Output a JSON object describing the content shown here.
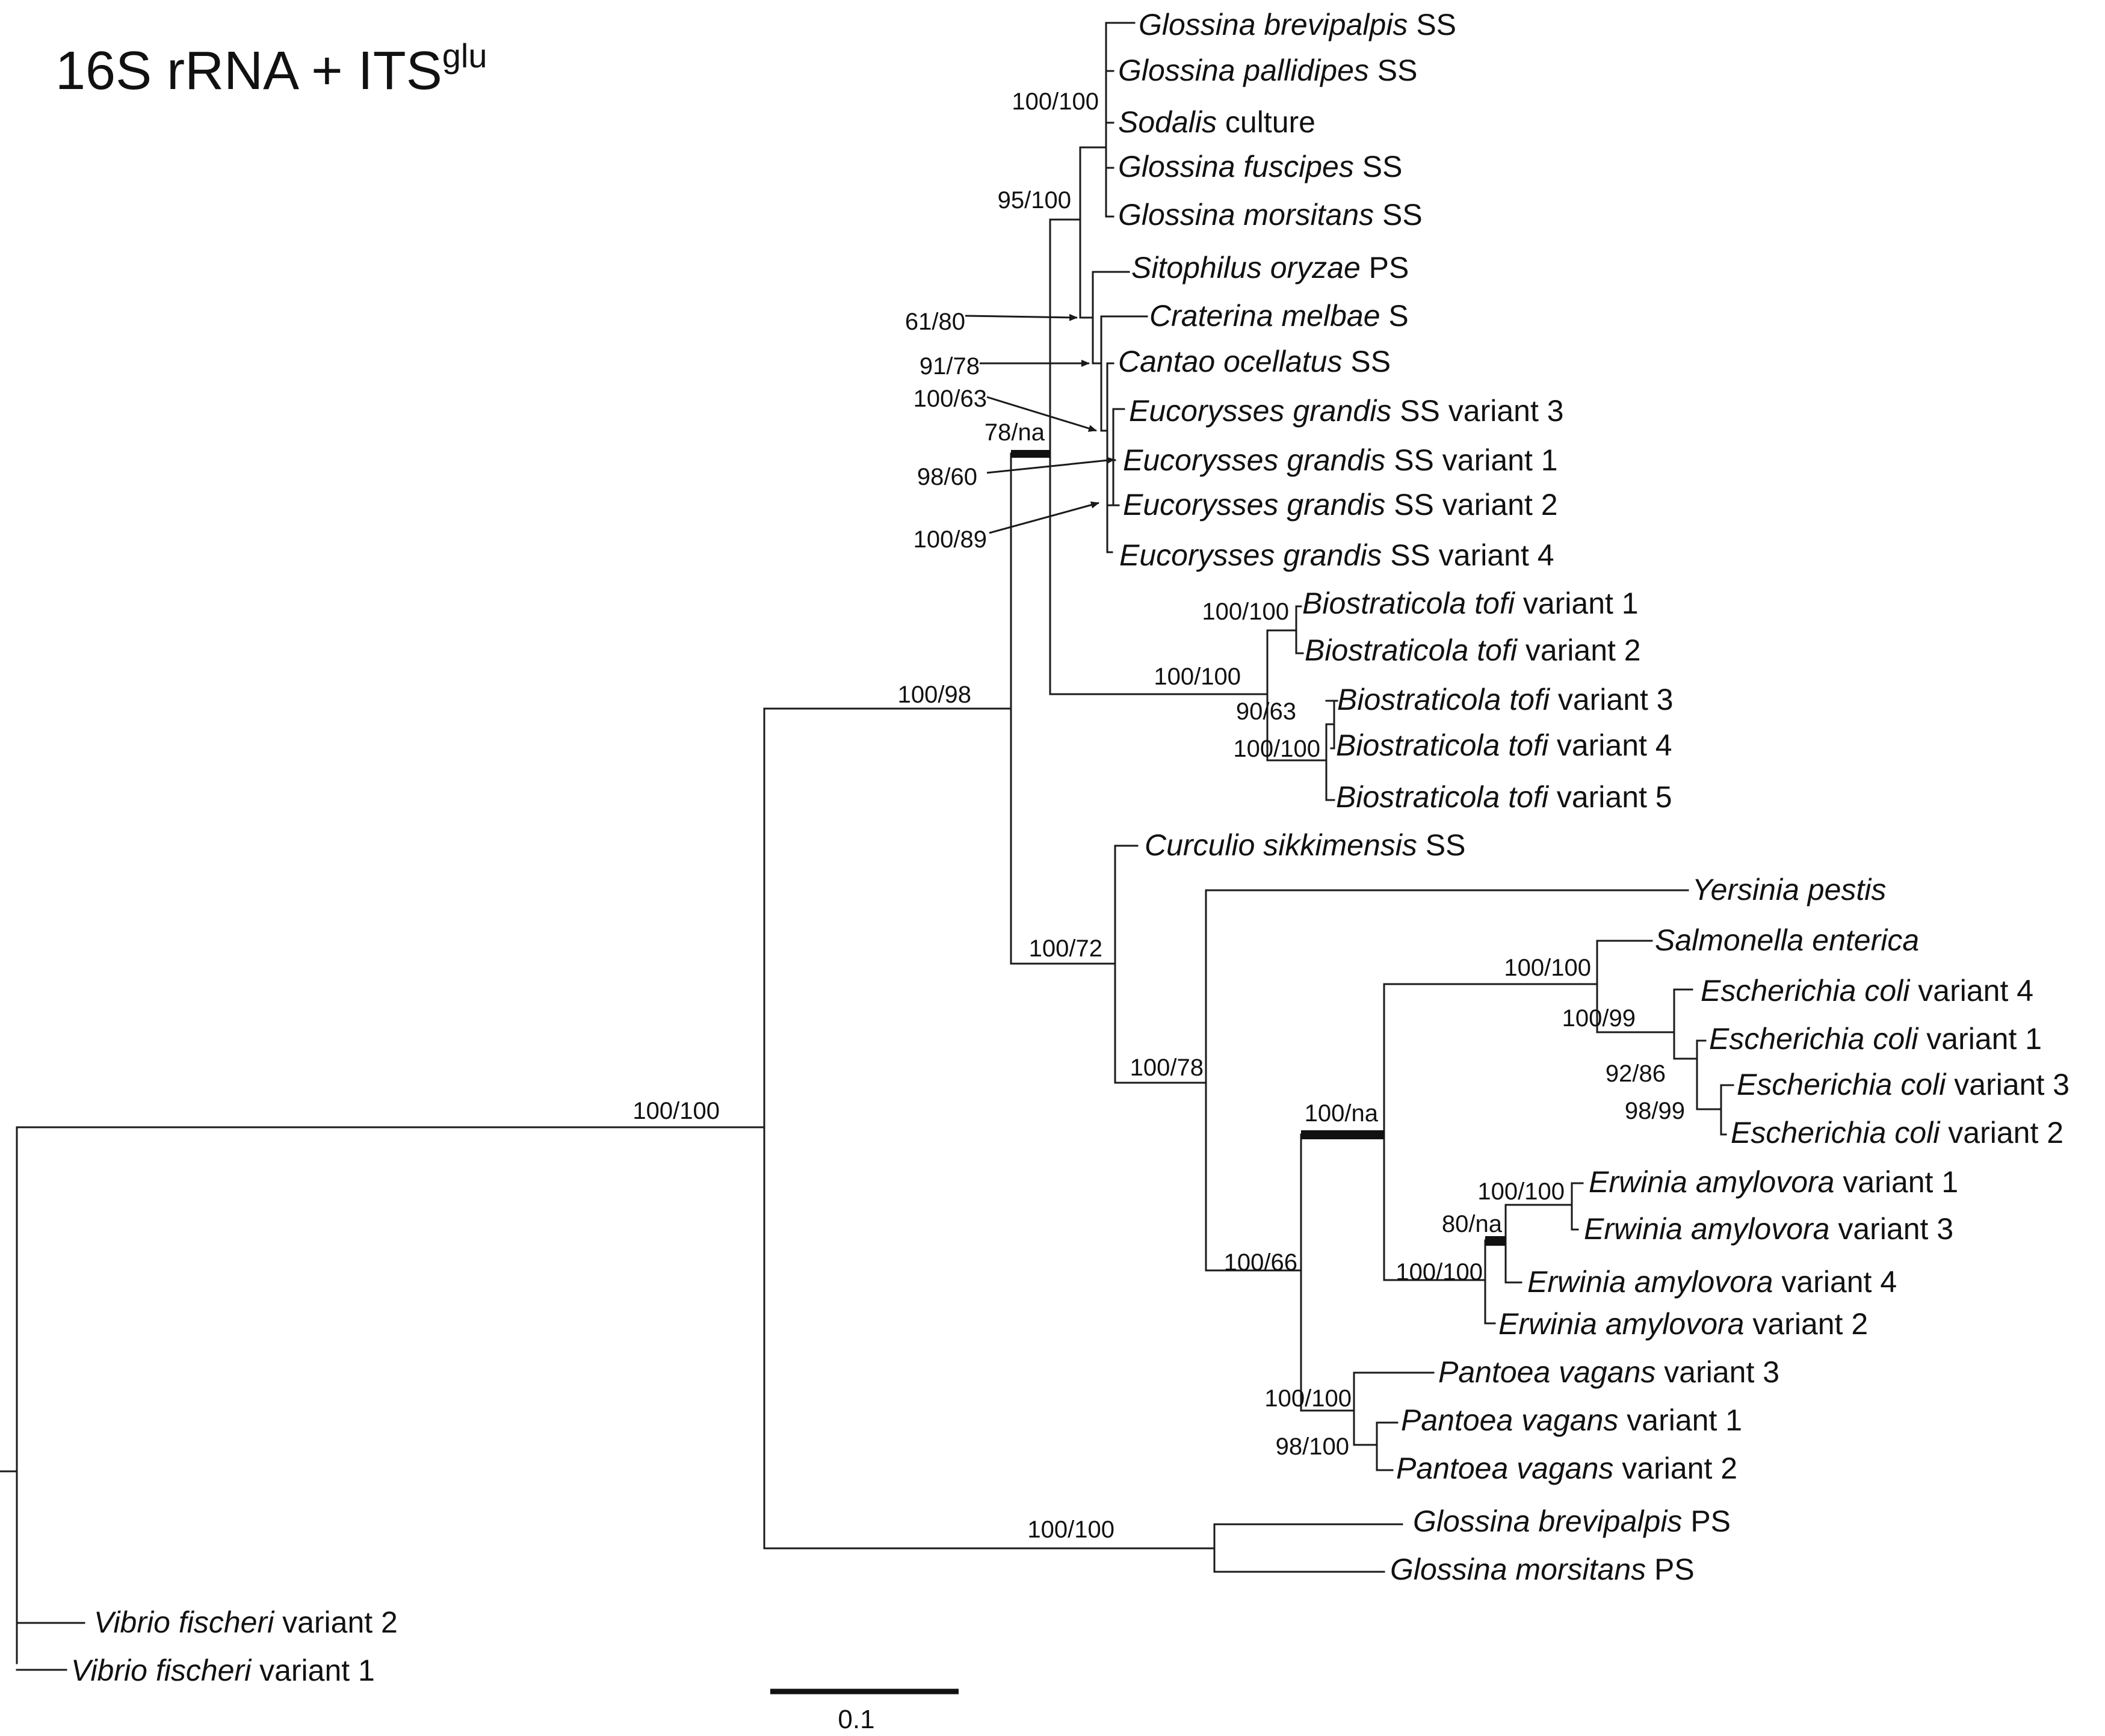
{
  "title": {
    "main": "16S rRNA + ITS",
    "superscript": "glu"
  },
  "scale_bar": {
    "label": "0.1"
  },
  "taxa": [
    {
      "genus_species": "Glossina brevipalpis",
      "suffix": "SS"
    },
    {
      "genus_species": "Glossina pallidipes",
      "suffix": "SS"
    },
    {
      "genus_species": "Sodalis",
      "suffix": "culture"
    },
    {
      "genus_species": "Glossina fuscipes",
      "suffix": "SS"
    },
    {
      "genus_species": "Glossina morsitans",
      "suffix": "SS"
    },
    {
      "genus_species": "Sitophilus oryzae",
      "suffix": "PS"
    },
    {
      "genus_species": "Craterina melbae",
      "suffix": "S"
    },
    {
      "genus_species": "Cantao ocellatus",
      "suffix": "SS"
    },
    {
      "genus_species": "Eucorysses grandis",
      "suffix": "SS variant 3"
    },
    {
      "genus_species": "Eucorysses grandis",
      "suffix": "SS variant 1"
    },
    {
      "genus_species": "Eucorysses grandis",
      "suffix": "SS variant 2"
    },
    {
      "genus_species": "Eucorysses grandis",
      "suffix": "SS variant 4"
    },
    {
      "genus_species": "Biostraticola tofi",
      "suffix": "variant 1"
    },
    {
      "genus_species": "Biostraticola tofi",
      "suffix": "variant 2"
    },
    {
      "genus_species": "Biostraticola tofi",
      "suffix": "variant 3"
    },
    {
      "genus_species": "Biostraticola tofi",
      "suffix": "variant 4"
    },
    {
      "genus_species": "Biostraticola tofi",
      "suffix": "variant 5"
    },
    {
      "genus_species": "Curculio sikkimensis",
      "suffix": "SS"
    },
    {
      "genus_species": "Yersinia pestis",
      "suffix": ""
    },
    {
      "genus_species": "Salmonella enterica",
      "suffix": ""
    },
    {
      "genus_species": "Escherichia coli",
      "suffix": "variant 4"
    },
    {
      "genus_species": "Escherichia coli",
      "suffix": "variant 1"
    },
    {
      "genus_species": "Escherichia coli",
      "suffix": "variant 3"
    },
    {
      "genus_species": "Escherichia coli",
      "suffix": "variant 2"
    },
    {
      "genus_species": "Erwinia amylovora",
      "suffix": "variant 1"
    },
    {
      "genus_species": "Erwinia amylovora",
      "suffix": "variant 3"
    },
    {
      "genus_species": "Erwinia amylovora",
      "suffix": "variant 4"
    },
    {
      "genus_species": "Erwinia amylovora",
      "suffix": "variant 2"
    },
    {
      "genus_species": "Pantoea vagans",
      "suffix": "variant 3"
    },
    {
      "genus_species": "Pantoea vagans",
      "suffix": "variant 1"
    },
    {
      "genus_species": "Pantoea vagans",
      "suffix": "variant 2"
    },
    {
      "genus_species": "Glossina brevipalpis",
      "suffix": "PS"
    },
    {
      "genus_species": "Glossina morsitans",
      "suffix": "PS"
    },
    {
      "genus_species": "Vibrio fischeri",
      "suffix": "variant 2"
    },
    {
      "genus_species": "Vibrio fischeri",
      "suffix": "variant 1"
    }
  ],
  "support_values": [
    "100/100",
    "95/100",
    "61/80",
    "91/78",
    "100/63",
    "78/na",
    "98/60",
    "100/89",
    "100/100",
    "100/100",
    "90/63",
    "100/100",
    "100/98",
    "100/72",
    "100/100",
    "100/99",
    "92/86",
    "98/99",
    "100/78",
    "100/na",
    "100/100",
    "80/na",
    "100/100",
    "100/66",
    "100/100",
    "98/100",
    "100/100",
    "100/100"
  ]
}
